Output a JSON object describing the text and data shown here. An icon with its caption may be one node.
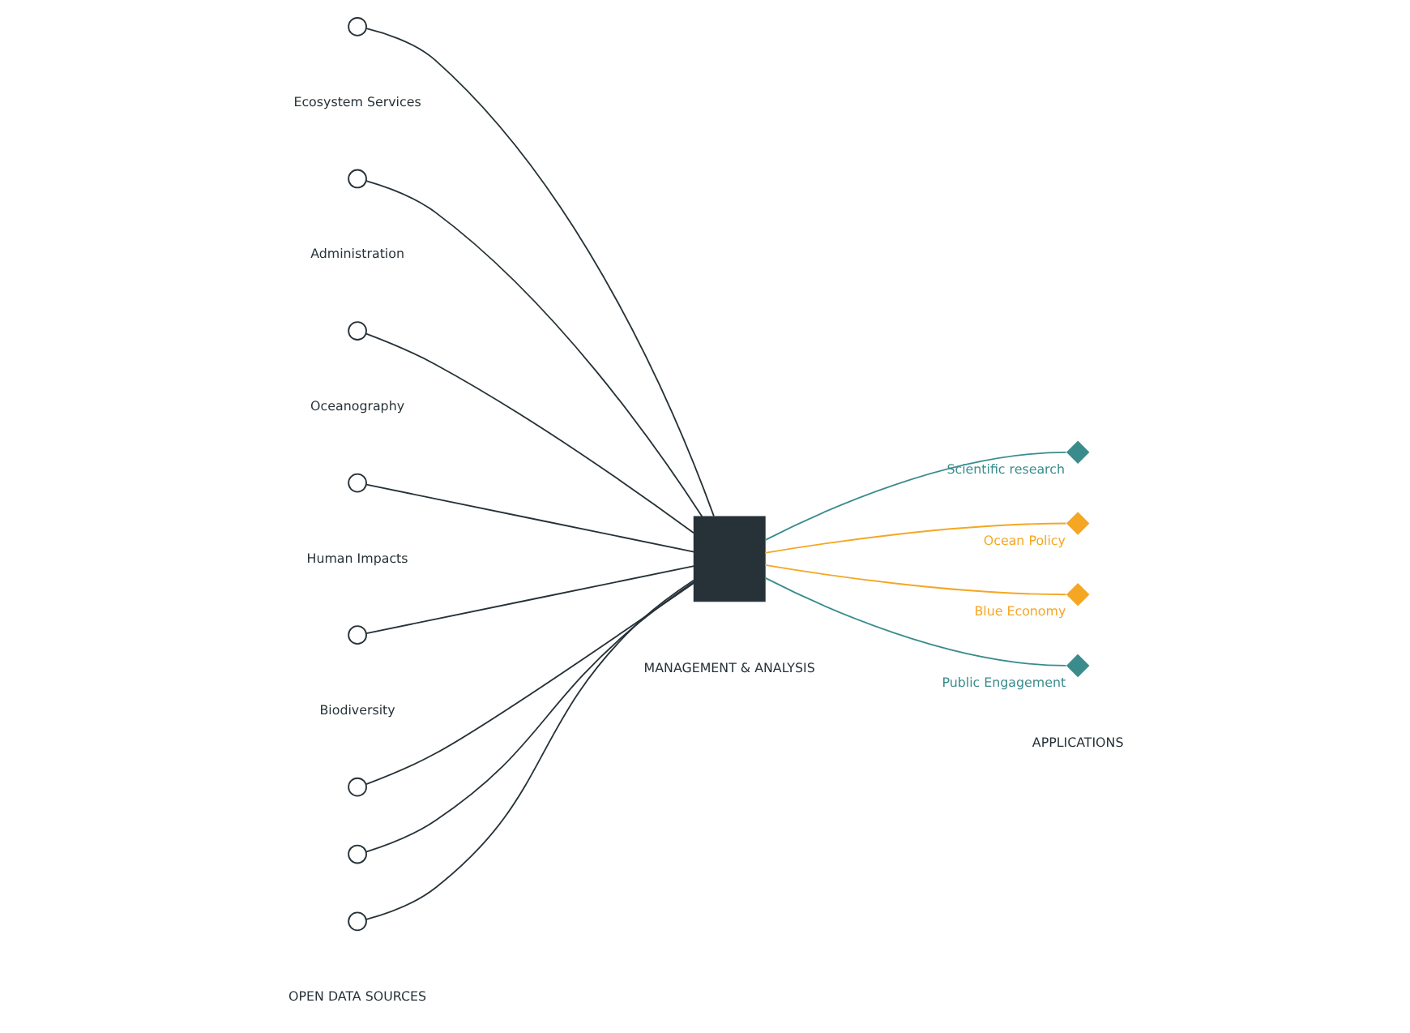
{
  "diagram": {
    "nodes": [
      {
        "text": [],
        "shape": "circle"
      },
      {
        "text": [],
        "shape": "circle"
      },
      {
        "text": [],
        "shape": "circle"
      },
      {
        "text": [],
        "shape": "circle"
      },
      {
        "text": [],
        "shape": "circle"
      },
      {
        "text": [],
        "shape": "circle"
      },
      {
        "text": [],
        "shape": "circle"
      },
      {
        "text": [],
        "shape": "circle"
      },
      {
        "text": [],
        "shape": "box"
      },
      {
        "text": [
          "Scientific research"
        ]
      },
      {
        "text": [
          "Ocean Policy"
        ]
      },
      {
        "text": [
          "Blue Economy"
        ]
      },
      {
        "text": [
          "Public Engagement"
        ]
      }
    ],
    "edges": [
      {
        "from": 0,
        "to": 8,
        "arrow": "none"
      },
      {
        "from": 1,
        "to": 8,
        "arrow": "none"
      },
      {
        "from": 2,
        "to": 8,
        "arrow": "none"
      },
      {
        "from": 3,
        "to": 8,
        "arrow": "none"
      },
      {
        "from": 4,
        "to": 8,
        "arrow": "none"
      },
      {
        "from": 5,
        "to": 8,
        "arrow": "none"
      },
      {
        "from": 6,
        "to": 8,
        "arrow": "none"
      },
      {
        "from": 7,
        "to": 8,
        "arrow": "none"
      },
      {
        "from": 8,
        "to": 9,
        "arrow": "none",
        "color": "#3a8c8c"
      },
      {
        "from": 8,
        "to": 10,
        "arrow": "none",
        "color": "#f5a623"
      },
      {
        "from": 8,
        "to": 11,
        "arrow": "none",
        "color": "#f5a623"
      },
      {
        "from": 8,
        "to": 12,
        "arrow": "none",
        "color": "#3a8c8c"
      }
    ],
    "labels": [
      "Ecosystem Services",
      "Administration",
      "Oceanography",
      "Human Impacts",
      "Biodiversity",
      "OPEN DATA SOURCES",
      "MANAGEMENT & ANALYSIS",
      "APPLICATIONS"
    ]
  }
}
